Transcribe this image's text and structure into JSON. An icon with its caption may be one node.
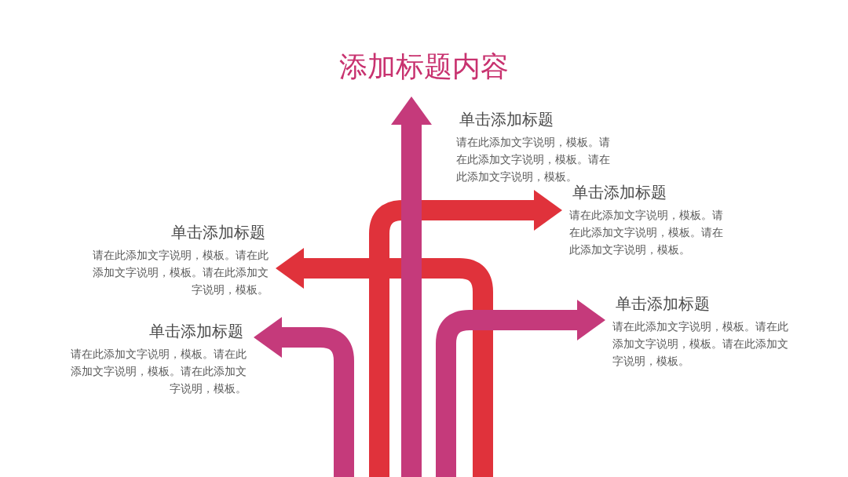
{
  "diagram": {
    "title": "添加标题内容",
    "nodes": [
      {
        "text": [
          "单击添加标题",
          "请在此添加文字说明，模板。请在此添加文字说明，模板。请在此添加文字说明，模板。"
        ]
      },
      {
        "text": [
          "单击添加标题",
          "请在此添加文字说明，模板。请在此添加文字说明，模板。请在此添加文字说明，模板。"
        ]
      },
      {
        "text": [
          "单击添加标题",
          "请在此添加文字说明，模板。请在此添加文字说明，模板。请在此添加文字说明，模板。"
        ]
      },
      {
        "text": [
          "单击添加标题",
          "请在此添加文字说明，模板。请在此添加文字说明，模板。请在此添加文字说明，模板。"
        ]
      },
      {
        "text": [
          "单击添加标题",
          "请在此添加文字说明，模板。请在此添加文字说明，模板。请在此添加文字说明，模板。"
        ]
      }
    ],
    "edges": [
      {
        "from": null,
        "to": 1,
        "arrow": "to",
        "color": "#e0323b"
      },
      {
        "from": null,
        "to": 2,
        "arrow": "to",
        "color": "#e0323b"
      },
      {
        "from": null,
        "to": 3,
        "arrow": "to"
      },
      {
        "from": null,
        "to": 4,
        "arrow": "to"
      },
      {
        "from": null,
        "to": 0,
        "arrow": "to"
      }
    ]
  }
}
